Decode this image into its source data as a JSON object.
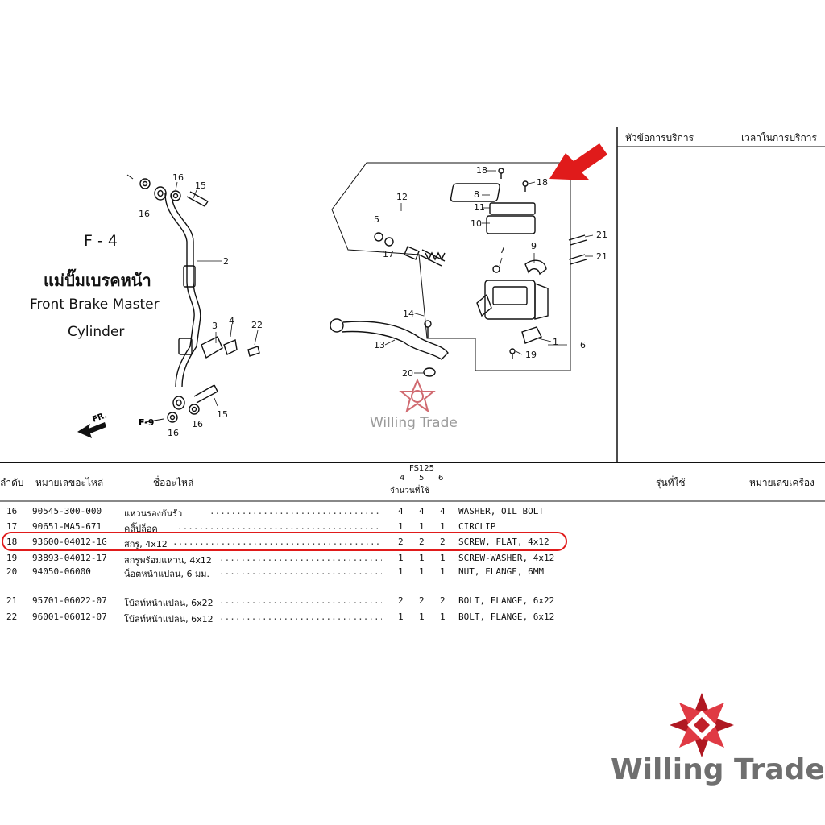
{
  "service_header": {
    "topic": "หัวข้อการบริการ",
    "time": "เวลาในการบริการ"
  },
  "figure": {
    "code": "F - 4",
    "title_th": "แม่ปั๊มเบรคหน้า",
    "title_en_line1": "Front Brake Master",
    "title_en_line2": "Cylinder",
    "ref_label": "F-9",
    "direction_label": "FR.",
    "callouts": {
      "c1": "1",
      "c2": "2",
      "c3": "3",
      "c4": "4",
      "c5": "5",
      "c6": "6",
      "c7": "7",
      "c8": "8",
      "c9": "9",
      "c10": "10",
      "c11": "11",
      "c12": "12",
      "c13": "13",
      "c14": "14",
      "c15a": "15",
      "c15b": "15",
      "c16a": "16",
      "c16b": "16",
      "c16c": "16",
      "c16d": "16",
      "c17": "17",
      "c18a": "18",
      "c18b": "18",
      "c19": "19",
      "c20": "20",
      "c21a": "21",
      "c21b": "21",
      "c22": "22"
    }
  },
  "table": {
    "col_index": "ลำดับ",
    "col_part_no": "หมายเลขอะไหล่",
    "col_name": "ชื่ออะไหล่",
    "model": "FS125",
    "qty_cols": [
      "4",
      "5",
      "6"
    ],
    "qty_label": "จำนวนที่ใช้",
    "col_used_in": "รุ่นที่ใช้",
    "col_engine_no": "หมายเลขเครื่อง",
    "rows": [
      {
        "idx": "16",
        "part": "90545-300-000",
        "name": "แหวนรองกันรั่ว",
        "q4": "4",
        "q5": "4",
        "q6": "4",
        "en": "WASHER, OIL BOLT"
      },
      {
        "idx": "17",
        "part": "90651-MA5-671",
        "name": "คลิ๊ปล็อค",
        "q4": "1",
        "q5": "1",
        "q6": "1",
        "en": "CIRCLIP"
      },
      {
        "idx": "18",
        "part": "93600-04012-1G",
        "name": "สกรู, 4x12",
        "q4": "2",
        "q5": "2",
        "q6": "2",
        "en": "SCREW, FLAT, 4x12"
      },
      {
        "idx": "19",
        "part": "93893-04012-17",
        "name": "สกรูพร้อมแหวน, 4x12",
        "q4": "1",
        "q5": "1",
        "q6": "1",
        "en": "SCREW-WASHER, 4x12"
      },
      {
        "idx": "20",
        "part": "94050-06000",
        "name": "น็อตหน้าแปลน, 6 มม.",
        "q4": "1",
        "q5": "1",
        "q6": "1",
        "en": "NUT, FLANGE, 6MM"
      },
      {
        "idx": "21",
        "part": "95701-06022-07",
        "name": "โบ้ลท์หน้าแปลน, 6x22",
        "q4": "2",
        "q5": "2",
        "q6": "2",
        "en": "BOLT, FLANGE, 6x22"
      },
      {
        "idx": "22",
        "part": "96001-06012-07",
        "name": "โบ้ลท์หน้าแปลน, 6x12",
        "q4": "1",
        "q5": "1",
        "q6": "1",
        "en": "BOLT, FLANGE, 6x12"
      }
    ]
  },
  "watermark": {
    "text": "Willing Trade",
    "text_large": "Willing Trade"
  },
  "colors": {
    "highlight": "#e01b1b",
    "logo_red": "#c0202a",
    "watermark_grey": "#707070"
  }
}
